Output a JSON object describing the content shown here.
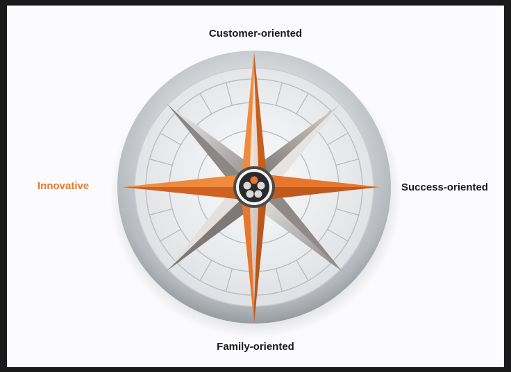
{
  "compass": {
    "north_label": "Customer-oriented",
    "south_label": "Family-oriented",
    "west_label": "Innovative",
    "east_label": "Success-oriented"
  },
  "colors": {
    "accent_orange": "#e8762b",
    "text_dark": "#1a1a1a",
    "dial_gray": "#9ea3a8",
    "border": "#1a1a1a"
  },
  "icons": [
    "compass-rose-icon",
    "hub-icon"
  ]
}
